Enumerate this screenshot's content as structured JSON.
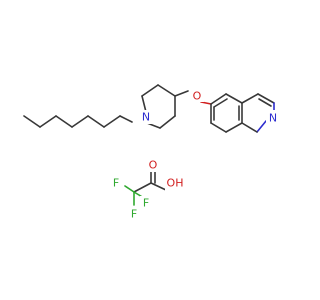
{
  "atoms": {
    "piperidine_n": "N",
    "ether_o": "O",
    "isoquinoline_n": "N",
    "acid_o_carbonyl": "O",
    "acid_oh": "OH",
    "f1": "F",
    "f2": "F",
    "f3": "F"
  },
  "colors": {
    "bond": "#383838",
    "nitrogen": "#2d2dcf",
    "oxygen": "#d11f1f",
    "fluorine": "#2fa82f"
  }
}
